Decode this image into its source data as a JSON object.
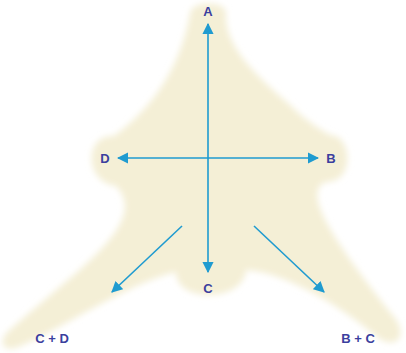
{
  "diagram": {
    "labels": [
      "A",
      "D",
      "B",
      "C",
      "C + D",
      "B + C"
    ]
  }
}
